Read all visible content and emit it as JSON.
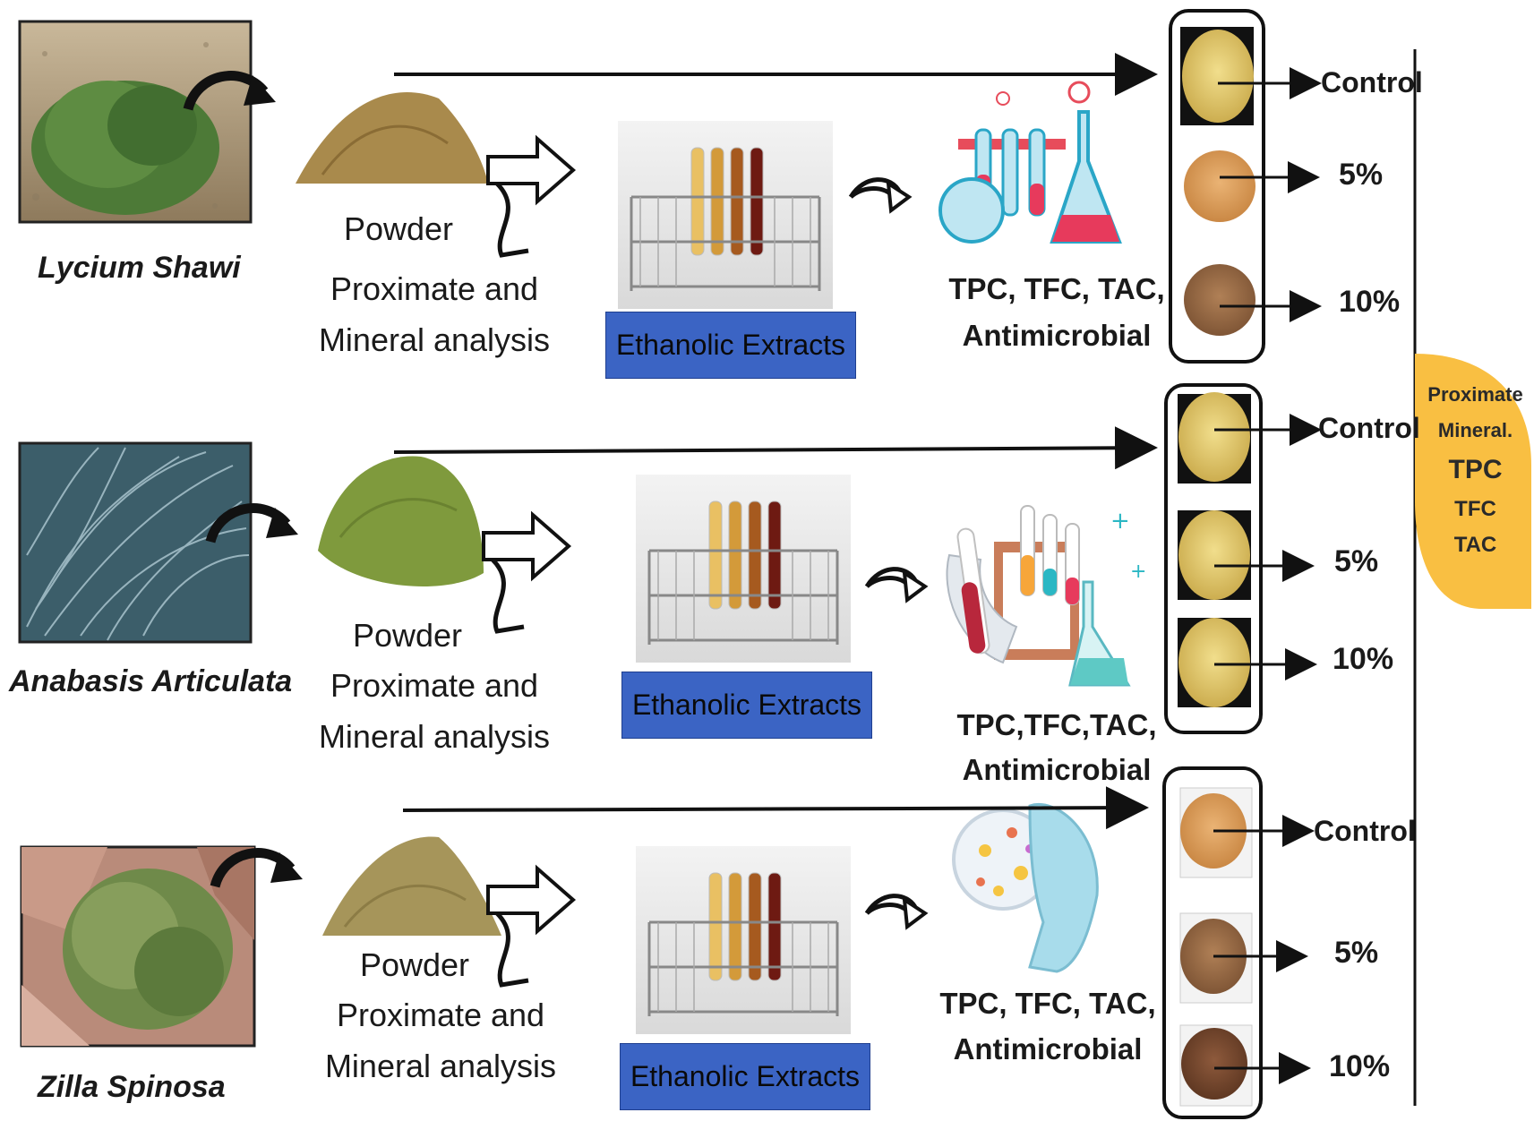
{
  "rows": [
    {
      "species": "Lycium  Shawi",
      "powder_label": "Powder",
      "analysis_label_1": "Proximate and",
      "analysis_label_2": "Mineral analysis",
      "extract_label": "Ethanolic Extracts",
      "assay_line_1": "TPC, TFC,  TAC,",
      "assay_line_2": "Antimicrobial",
      "samples": [
        "Control",
        "5%",
        "10%"
      ]
    },
    {
      "species": "Anabasis Articulata",
      "powder_label": "Powder",
      "analysis_label_1": "Proximate and",
      "analysis_label_2": "Mineral analysis",
      "extract_label": "Ethanolic Extracts",
      "assay_line_1": "TPC,TFC,TAC,",
      "assay_line_2": "Antimicrobial",
      "samples": [
        "Control",
        "5%",
        "10%"
      ]
    },
    {
      "species": "Zilla Spinosa",
      "powder_label": "Powder",
      "analysis_label_1": "Proximate and",
      "analysis_label_2": "Mineral analysis",
      "extract_label": "Ethanolic Extracts",
      "assay_line_1": "TPC, TFC,  TAC,",
      "assay_line_2": "Antimicrobial",
      "samples": [
        "Control",
        "5%",
        "10%"
      ]
    }
  ],
  "summary_badge": {
    "lines": [
      "Proximate",
      "Mineral.",
      "TPC",
      "TFC",
      "TAC"
    ],
    "color": "#f9bf42"
  },
  "colors": {
    "extract_box": "#3b64c4",
    "arrow": "#111111",
    "powder_lycium": "#a98a4c",
    "powder_anabasis": "#7f9a3d",
    "powder_zilla": "#a6955a"
  }
}
